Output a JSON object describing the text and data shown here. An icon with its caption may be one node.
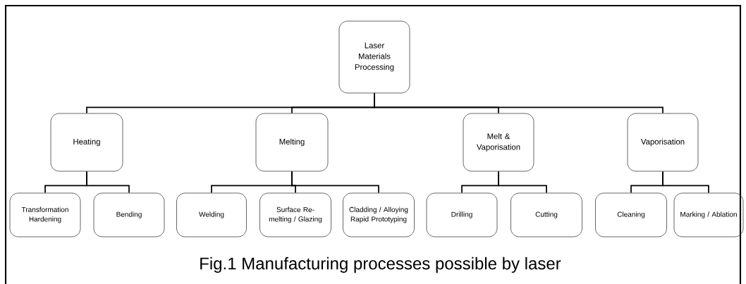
{
  "diagram": {
    "caption": "Fig.1 Manufacturing processes possible by laser",
    "nodes": [
      {
        "text": [
          "Laser Materials Processing"
        ]
      },
      {
        "text": [
          "Heating"
        ]
      },
      {
        "text": [
          "Melting"
        ]
      },
      {
        "text": [
          "Melt & Vaporisation"
        ]
      },
      {
        "text": [
          "Vaporisation"
        ]
      },
      {
        "text": [
          "Transformation Hardening"
        ]
      },
      {
        "text": [
          "Bending"
        ]
      },
      {
        "text": [
          "Welding"
        ]
      },
      {
        "text": [
          "Surface Re-melting / Glazing"
        ]
      },
      {
        "text": [
          "Cladding / Alloying Rapid Prototyping"
        ]
      },
      {
        "text": [
          "Drilling"
        ]
      },
      {
        "text": [
          "Cutting"
        ]
      },
      {
        "text": [
          "Cleaning"
        ]
      },
      {
        "text": [
          "Marking / Ablation"
        ]
      }
    ],
    "edges": [
      {
        "from": 0,
        "to": 1,
        "arrow": "none"
      },
      {
        "from": 0,
        "to": 2,
        "arrow": "none"
      },
      {
        "from": 0,
        "to": 3,
        "arrow": "none"
      },
      {
        "from": 0,
        "to": 4,
        "arrow": "none"
      },
      {
        "from": 1,
        "to": 5,
        "arrow": "none"
      },
      {
        "from": 1,
        "to": 6,
        "arrow": "none"
      },
      {
        "from": 2,
        "to": 7,
        "arrow": "none"
      },
      {
        "from": 2,
        "to": 8,
        "arrow": "none"
      },
      {
        "from": 2,
        "to": 9,
        "arrow": "none"
      },
      {
        "from": 3,
        "to": 10,
        "arrow": "none"
      },
      {
        "from": 3,
        "to": 11,
        "arrow": "none"
      },
      {
        "from": 4,
        "to": 12,
        "arrow": "none"
      },
      {
        "from": 4,
        "to": 13,
        "arrow": "none"
      }
    ]
  }
}
